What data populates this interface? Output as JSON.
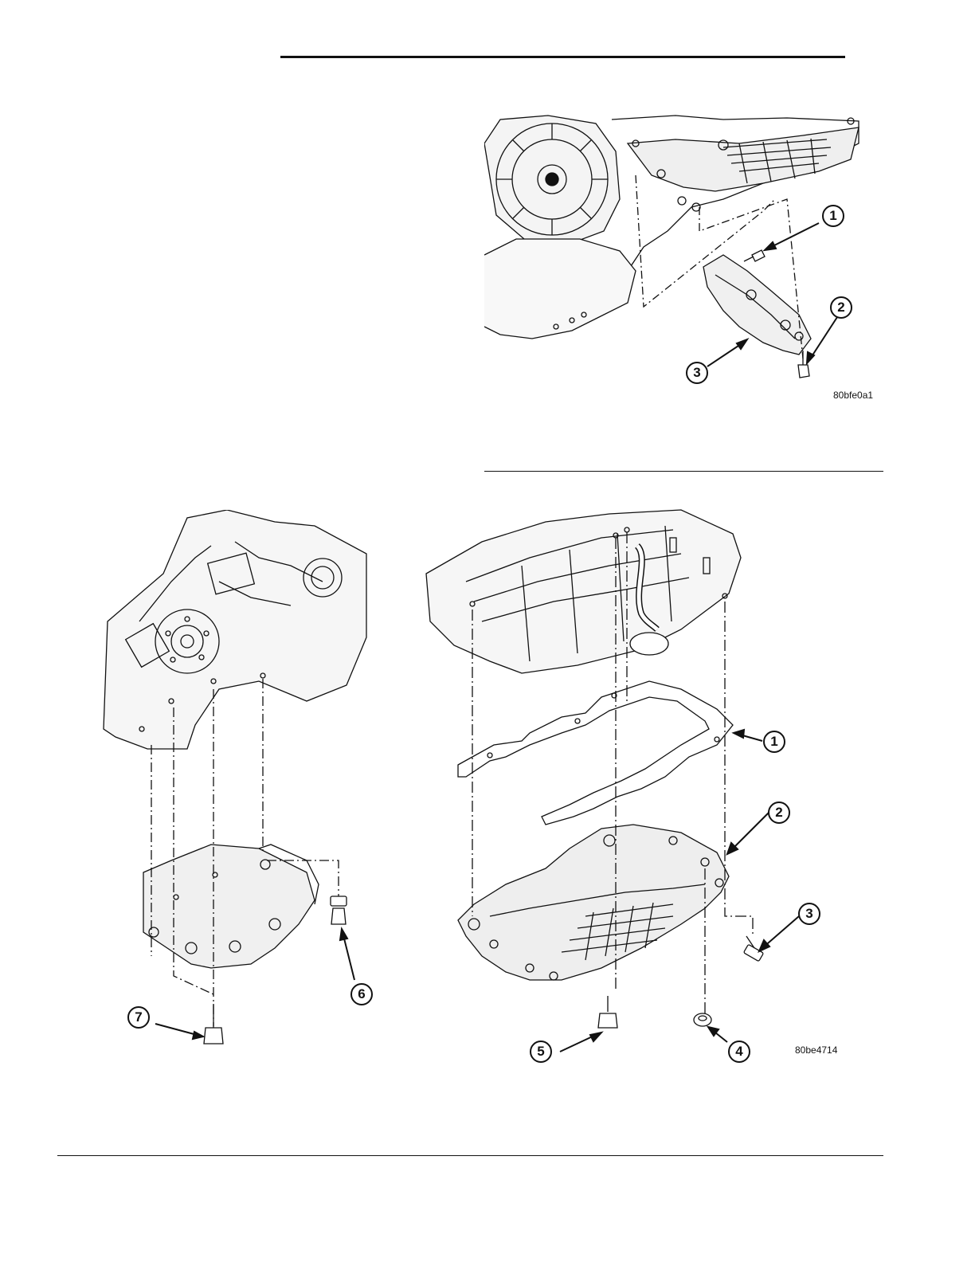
{
  "figures": [
    {
      "id_label": "80bfe0a1",
      "callouts": [
        "1",
        "2",
        "3"
      ]
    },
    {
      "id_label": "80be4714",
      "callouts": [
        "1",
        "2",
        "3",
        "4",
        "5",
        "6",
        "7"
      ]
    }
  ],
  "colors": {
    "ink": "#111111",
    "paper": "#ffffff"
  }
}
